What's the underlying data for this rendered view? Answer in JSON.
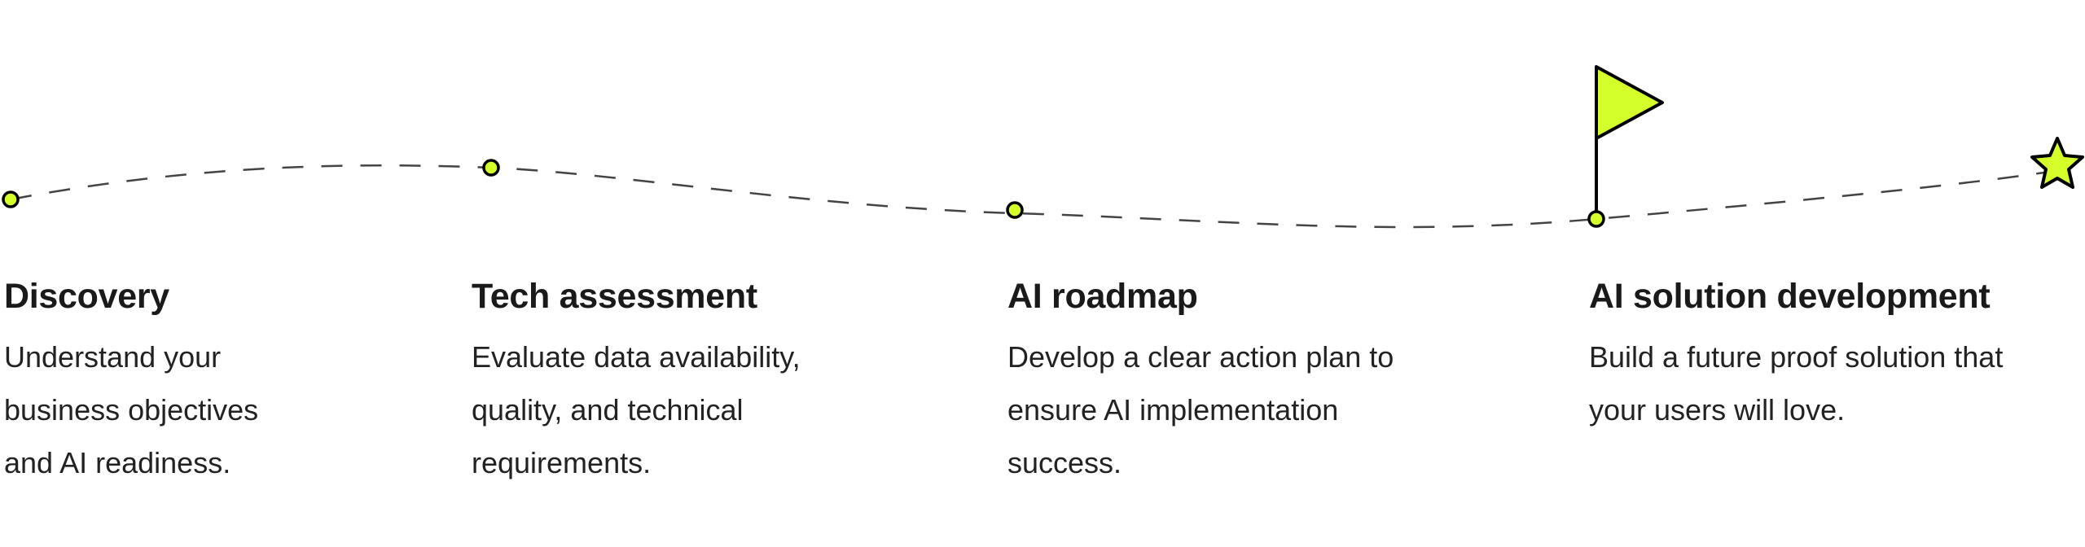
{
  "accent_color": "#d4ff2a",
  "steps": [
    {
      "title": "Discovery",
      "description": "Understand your business objectives and AI readiness."
    },
    {
      "title": "Tech assessment",
      "description": "Evaluate data availability, quality, and technical requirements."
    },
    {
      "title": "AI roadmap",
      "description": "Develop a clear action plan to ensure AI implementation success."
    },
    {
      "title": "AI solution development",
      "description": "Build a future proof solution that your users will love."
    }
  ],
  "icons": [
    "milestone-dot",
    "flag-icon",
    "star-icon"
  ]
}
